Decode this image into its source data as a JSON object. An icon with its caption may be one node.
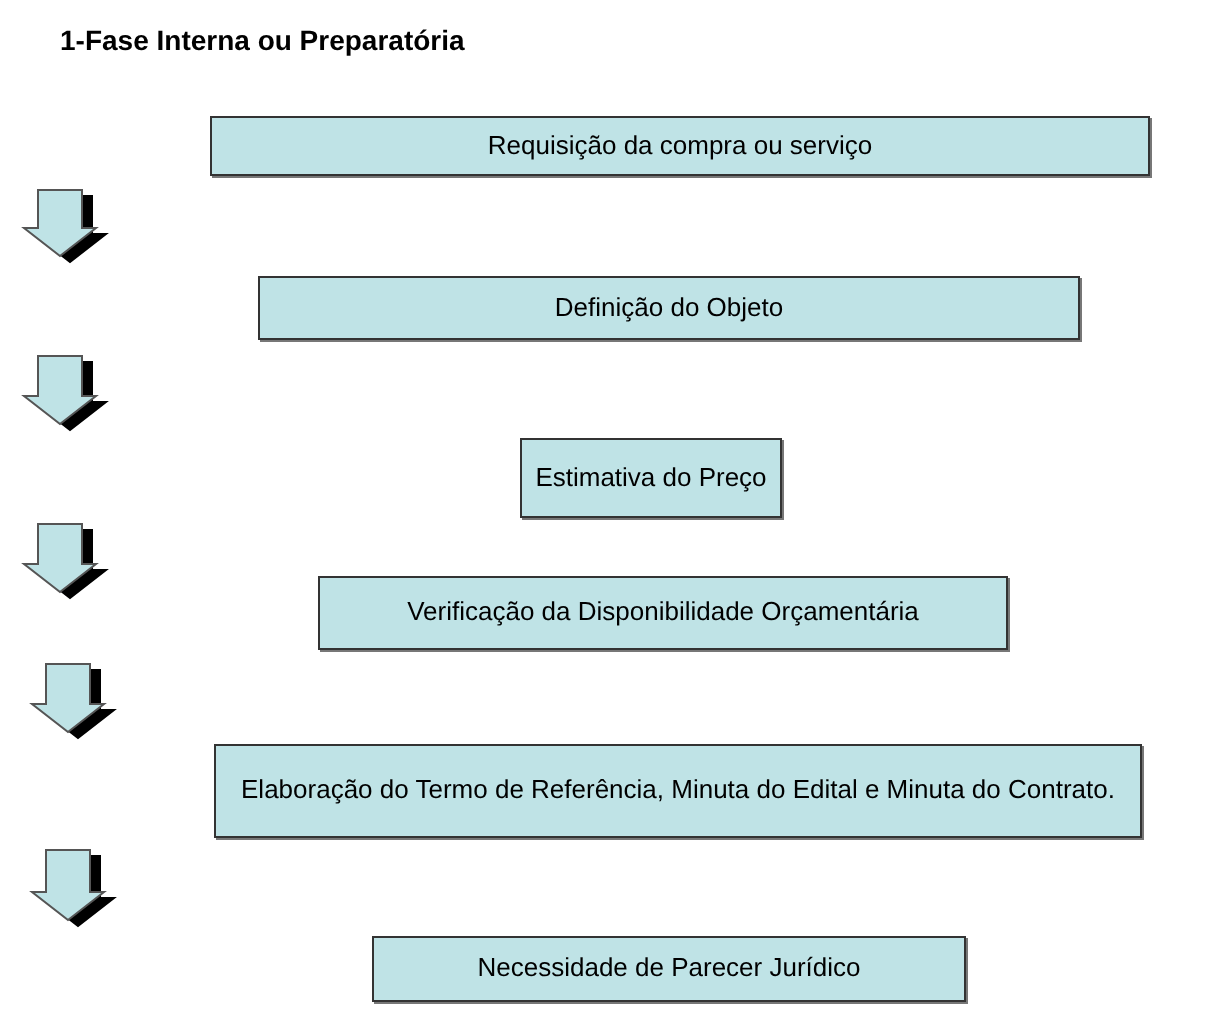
{
  "diagram": {
    "title": "1-Fase Interna ou Preparatória",
    "nodes": [
      {
        "text": [
          "Requisição da compra ou serviço"
        ]
      },
      {
        "text": [
          "Definição do Objeto"
        ]
      },
      {
        "text": [
          "Estimativa do Preço"
        ]
      },
      {
        "text": [
          "Verificação da Disponibilidade Orçamentária"
        ]
      },
      {
        "text": [
          "Elaboração do Termo de Referência, Minuta do Edital e Minuta do Contrato."
        ]
      },
      {
        "text": [
          "Necessidade de Parecer Jurídico"
        ]
      }
    ]
  }
}
